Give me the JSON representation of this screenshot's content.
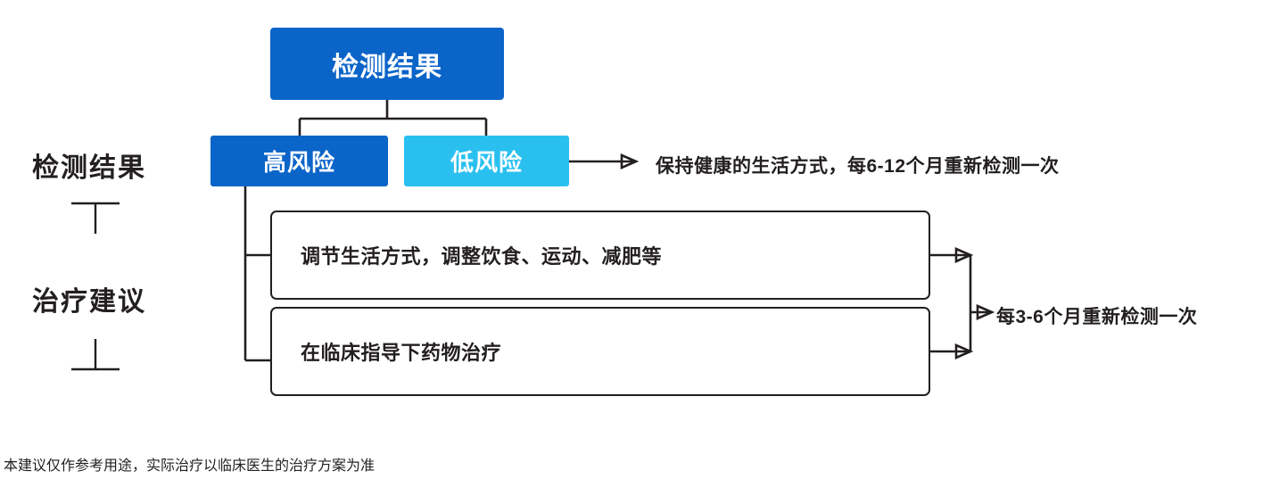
{
  "diagram": {
    "title_node": "检测结果",
    "branches": {
      "high_risk": "高风险",
      "low_risk": "低风险"
    },
    "side_labels": {
      "result": "检测结果",
      "treatment": "治疗建议"
    },
    "recommendations": [
      "调节生活方式，调整饮食、运动、减肥等",
      "在临床指导下药物治疗"
    ],
    "annotations": {
      "low_risk_advice": "保持健康的生活方式，每6-12个月重新检测一次",
      "retest_interval": "每3-6个月重新检测一次"
    },
    "footnote": "本建议仅作参考用途，实际治疗以临床医生的治疗方案为准",
    "colors": {
      "primary_blue": "#0b64c8",
      "light_blue": "#29c0f0",
      "line": "#231f20",
      "text": "#231f20",
      "background": "#ffffff"
    }
  }
}
